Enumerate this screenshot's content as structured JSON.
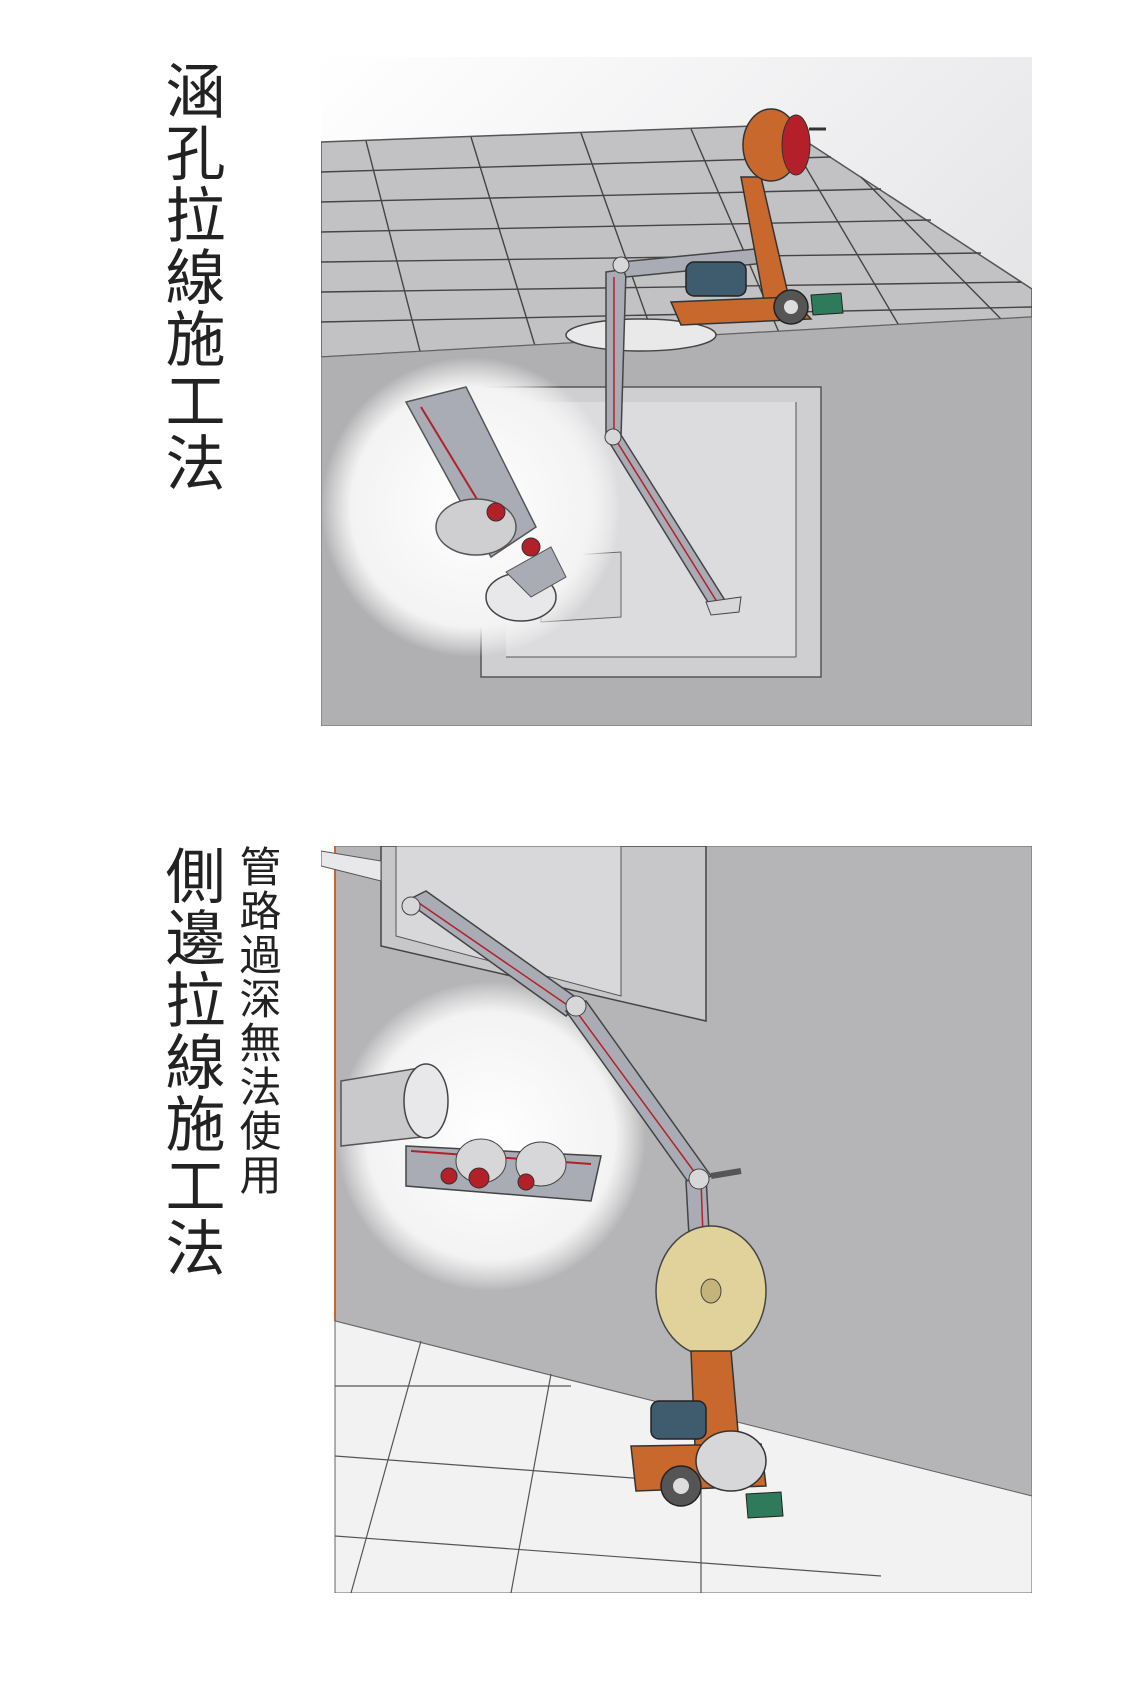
{
  "section_1": {
    "title": "涵孔拉線施工法",
    "diagram": "3d-render-cable-pulling-through-culvert-hole"
  },
  "section_2": {
    "title": "側邊拉線施工法",
    "note": "管路過深無法使用",
    "diagram": "3d-render-cable-pulling-from-side"
  },
  "colors": {
    "concrete": "#b5b5b7",
    "concrete_dark": "#9e9ea0",
    "arm_steel": "#a9acb4",
    "machine_orange": "#c8682d",
    "motor_blue": "#3f5b6e",
    "reel_beige": "#e0d29a",
    "cable_red": "#b3202a",
    "floor_white": "#f2f2f2"
  }
}
